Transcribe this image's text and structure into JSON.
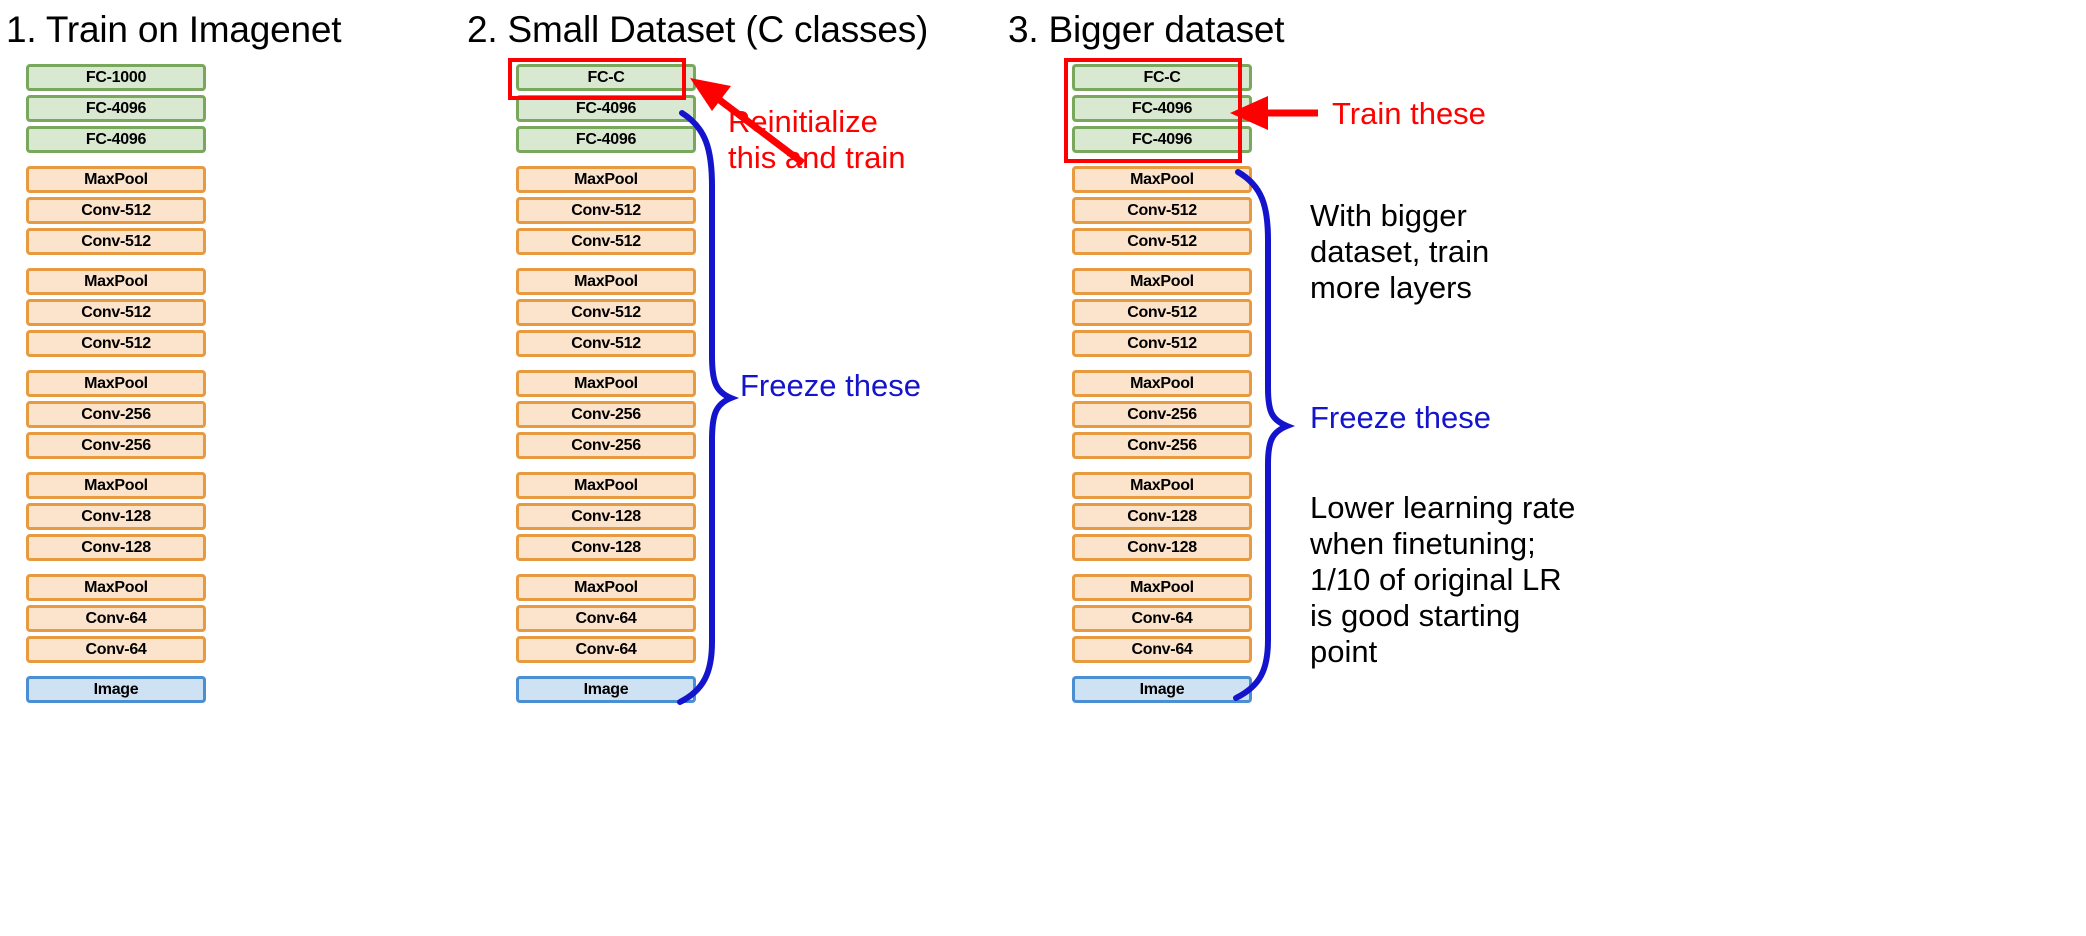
{
  "columns": [
    {
      "id": "train-imagenet",
      "title": "1. Train on Imagenet",
      "layers": [
        {
          "label": "FC-1000",
          "color": "green",
          "gap_after": false
        },
        {
          "label": "FC-4096",
          "color": "green",
          "gap_after": false
        },
        {
          "label": "FC-4096",
          "color": "green",
          "gap_after": true
        },
        {
          "label": "MaxPool",
          "color": "orange",
          "gap_after": false
        },
        {
          "label": "Conv-512",
          "color": "orange",
          "gap_after": false
        },
        {
          "label": "Conv-512",
          "color": "orange",
          "gap_after": true
        },
        {
          "label": "MaxPool",
          "color": "orange",
          "gap_after": false
        },
        {
          "label": "Conv-512",
          "color": "orange",
          "gap_after": false
        },
        {
          "label": "Conv-512",
          "color": "orange",
          "gap_after": true
        },
        {
          "label": "MaxPool",
          "color": "orange",
          "gap_after": false
        },
        {
          "label": "Conv-256",
          "color": "orange",
          "gap_after": false
        },
        {
          "label": "Conv-256",
          "color": "orange",
          "gap_after": true
        },
        {
          "label": "MaxPool",
          "color": "orange",
          "gap_after": false
        },
        {
          "label": "Conv-128",
          "color": "orange",
          "gap_after": false
        },
        {
          "label": "Conv-128",
          "color": "orange",
          "gap_after": true
        },
        {
          "label": "MaxPool",
          "color": "orange",
          "gap_after": false
        },
        {
          "label": "Conv-64",
          "color": "orange",
          "gap_after": false
        },
        {
          "label": "Conv-64",
          "color": "orange",
          "gap_after": true
        },
        {
          "label": "Image",
          "color": "blue",
          "gap_after": false
        }
      ]
    },
    {
      "id": "small-dataset",
      "title": "2. Small Dataset (C classes)",
      "layers": [
        {
          "label": "FC-C",
          "color": "green",
          "gap_after": false
        },
        {
          "label": "FC-4096",
          "color": "green",
          "gap_after": false
        },
        {
          "label": "FC-4096",
          "color": "green",
          "gap_after": true
        },
        {
          "label": "MaxPool",
          "color": "orange",
          "gap_after": false
        },
        {
          "label": "Conv-512",
          "color": "orange",
          "gap_after": false
        },
        {
          "label": "Conv-512",
          "color": "orange",
          "gap_after": true
        },
        {
          "label": "MaxPool",
          "color": "orange",
          "gap_after": false
        },
        {
          "label": "Conv-512",
          "color": "orange",
          "gap_after": false
        },
        {
          "label": "Conv-512",
          "color": "orange",
          "gap_after": true
        },
        {
          "label": "MaxPool",
          "color": "orange",
          "gap_after": false
        },
        {
          "label": "Conv-256",
          "color": "orange",
          "gap_after": false
        },
        {
          "label": "Conv-256",
          "color": "orange",
          "gap_after": true
        },
        {
          "label": "MaxPool",
          "color": "orange",
          "gap_after": false
        },
        {
          "label": "Conv-128",
          "color": "orange",
          "gap_after": false
        },
        {
          "label": "Conv-128",
          "color": "orange",
          "gap_after": true
        },
        {
          "label": "MaxPool",
          "color": "orange",
          "gap_after": false
        },
        {
          "label": "Conv-64",
          "color": "orange",
          "gap_after": false
        },
        {
          "label": "Conv-64",
          "color": "orange",
          "gap_after": true
        },
        {
          "label": "Image",
          "color": "blue",
          "gap_after": false
        }
      ]
    },
    {
      "id": "bigger-dataset",
      "title": "3. Bigger dataset",
      "layers": [
        {
          "label": "FC-C",
          "color": "green",
          "gap_after": false
        },
        {
          "label": "FC-4096",
          "color": "green",
          "gap_after": false
        },
        {
          "label": "FC-4096",
          "color": "green",
          "gap_after": true
        },
        {
          "label": "MaxPool",
          "color": "orange",
          "gap_after": false
        },
        {
          "label": "Conv-512",
          "color": "orange",
          "gap_after": false
        },
        {
          "label": "Conv-512",
          "color": "orange",
          "gap_after": true
        },
        {
          "label": "MaxPool",
          "color": "orange",
          "gap_after": false
        },
        {
          "label": "Conv-512",
          "color": "orange",
          "gap_after": false
        },
        {
          "label": "Conv-512",
          "color": "orange",
          "gap_after": true
        },
        {
          "label": "MaxPool",
          "color": "orange",
          "gap_after": false
        },
        {
          "label": "Conv-256",
          "color": "orange",
          "gap_after": false
        },
        {
          "label": "Conv-256",
          "color": "orange",
          "gap_after": true
        },
        {
          "label": "MaxPool",
          "color": "orange",
          "gap_after": false
        },
        {
          "label": "Conv-128",
          "color": "orange",
          "gap_after": false
        },
        {
          "label": "Conv-128",
          "color": "orange",
          "gap_after": true
        },
        {
          "label": "MaxPool",
          "color": "orange",
          "gap_after": false
        },
        {
          "label": "Conv-64",
          "color": "orange",
          "gap_after": false
        },
        {
          "label": "Conv-64",
          "color": "orange",
          "gap_after": true
        },
        {
          "label": "Image",
          "color": "blue",
          "gap_after": false
        }
      ]
    }
  ],
  "annotations": {
    "reinitialize": "Reinitialize\nthis and train",
    "freeze_small": "Freeze these",
    "train_bigger": "Train these",
    "bigger_note": "With bigger\ndataset, train\nmore layers",
    "freeze_bigger": "Freeze these",
    "lr_note": "Lower learning rate\nwhen finetuning;\n1/10 of original LR\nis good starting\npoint"
  },
  "colors": {
    "green_border": "#79a85c",
    "green_fill": "#d9e8d0",
    "orange_border": "#e79a40",
    "orange_fill": "#fce3cc",
    "blue_border": "#4a8fd1",
    "blue_fill": "#cfe2f3",
    "annotation_red": "#ff0000",
    "annotation_blue": "#1414cc",
    "text_black": "#000000",
    "background": "#ffffff"
  }
}
